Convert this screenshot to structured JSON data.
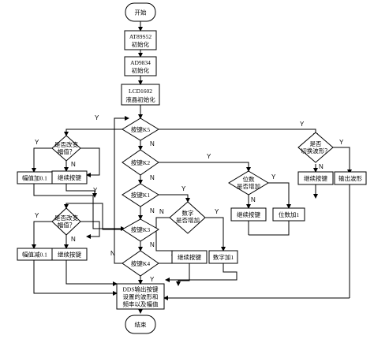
{
  "nodes": {
    "start": "开始",
    "init_mcu": [
      "AT89S52",
      "初始化"
    ],
    "init_dds": [
      "AD9834",
      "初始化"
    ],
    "init_lcd": [
      "LCD1602",
      "液晶初始化"
    ],
    "k5": "按键K5",
    "k2": "按键K2",
    "k1": "按键K1",
    "k3": "按键K3",
    "k4": "按键K4",
    "amp_inc_q": [
      "是否改变",
      "幅值？"
    ],
    "amp_inc": "幅值加0.1",
    "amp_inc_cont": "继续按键",
    "amp_dec_q": [
      "是否改变",
      "幅值？"
    ],
    "amp_dec": "幅值减0.1",
    "amp_dec_cont": "继续按键",
    "digit_q": [
      "位数",
      "是否增加"
    ],
    "digit_cont": "继续按键",
    "digit_inc": "位数加1",
    "num_q": [
      "数字",
      "是否增加"
    ],
    "num_cont": "继续按键",
    "num_inc": "数字加1",
    "wave_q": [
      "是否",
      "切换波形？"
    ],
    "wave_cont": "继续按键",
    "wave_out": "输出波形",
    "dds_out": [
      "DDS输出按键",
      "设置的波形和",
      "频率以及幅值"
    ],
    "end": "结束"
  },
  "edge_labels": {
    "yes": "Y",
    "no": "N"
  }
}
